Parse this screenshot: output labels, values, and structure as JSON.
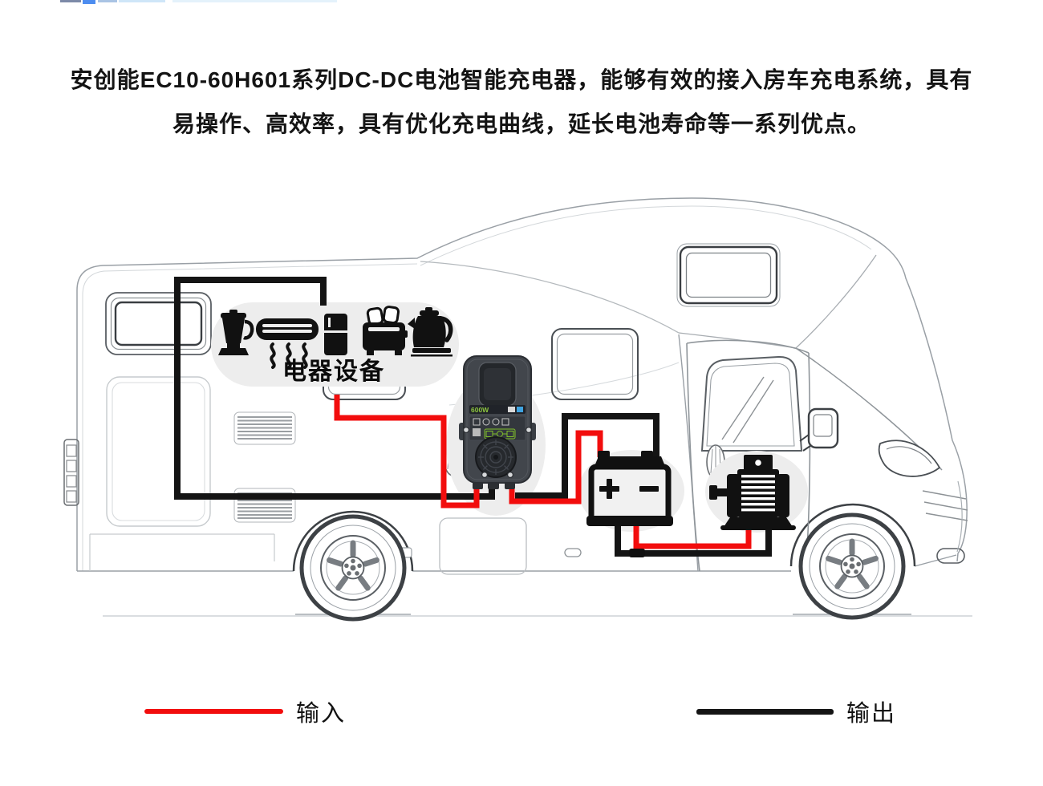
{
  "title": {
    "line1": "安创能EC10-60H601系列DC-DC电池智能充电器，能够有效的接入房车充电系统，具有",
    "line2": "易操作、高效率，具有优化充电曲线，延长电池寿命等一系列优点。"
  },
  "diagram": {
    "appliances_label": "电器设备",
    "charger": {
      "power": "600W"
    },
    "colors": {
      "input_wire": "#f20d0d",
      "output_wire": "#141414",
      "highlight_bg": "#ededed",
      "charger_green": "#8dc63f"
    }
  },
  "legend": {
    "input_label": "输入",
    "output_label": "输出",
    "input_color": "#f20d0d",
    "output_color": "#141414"
  }
}
